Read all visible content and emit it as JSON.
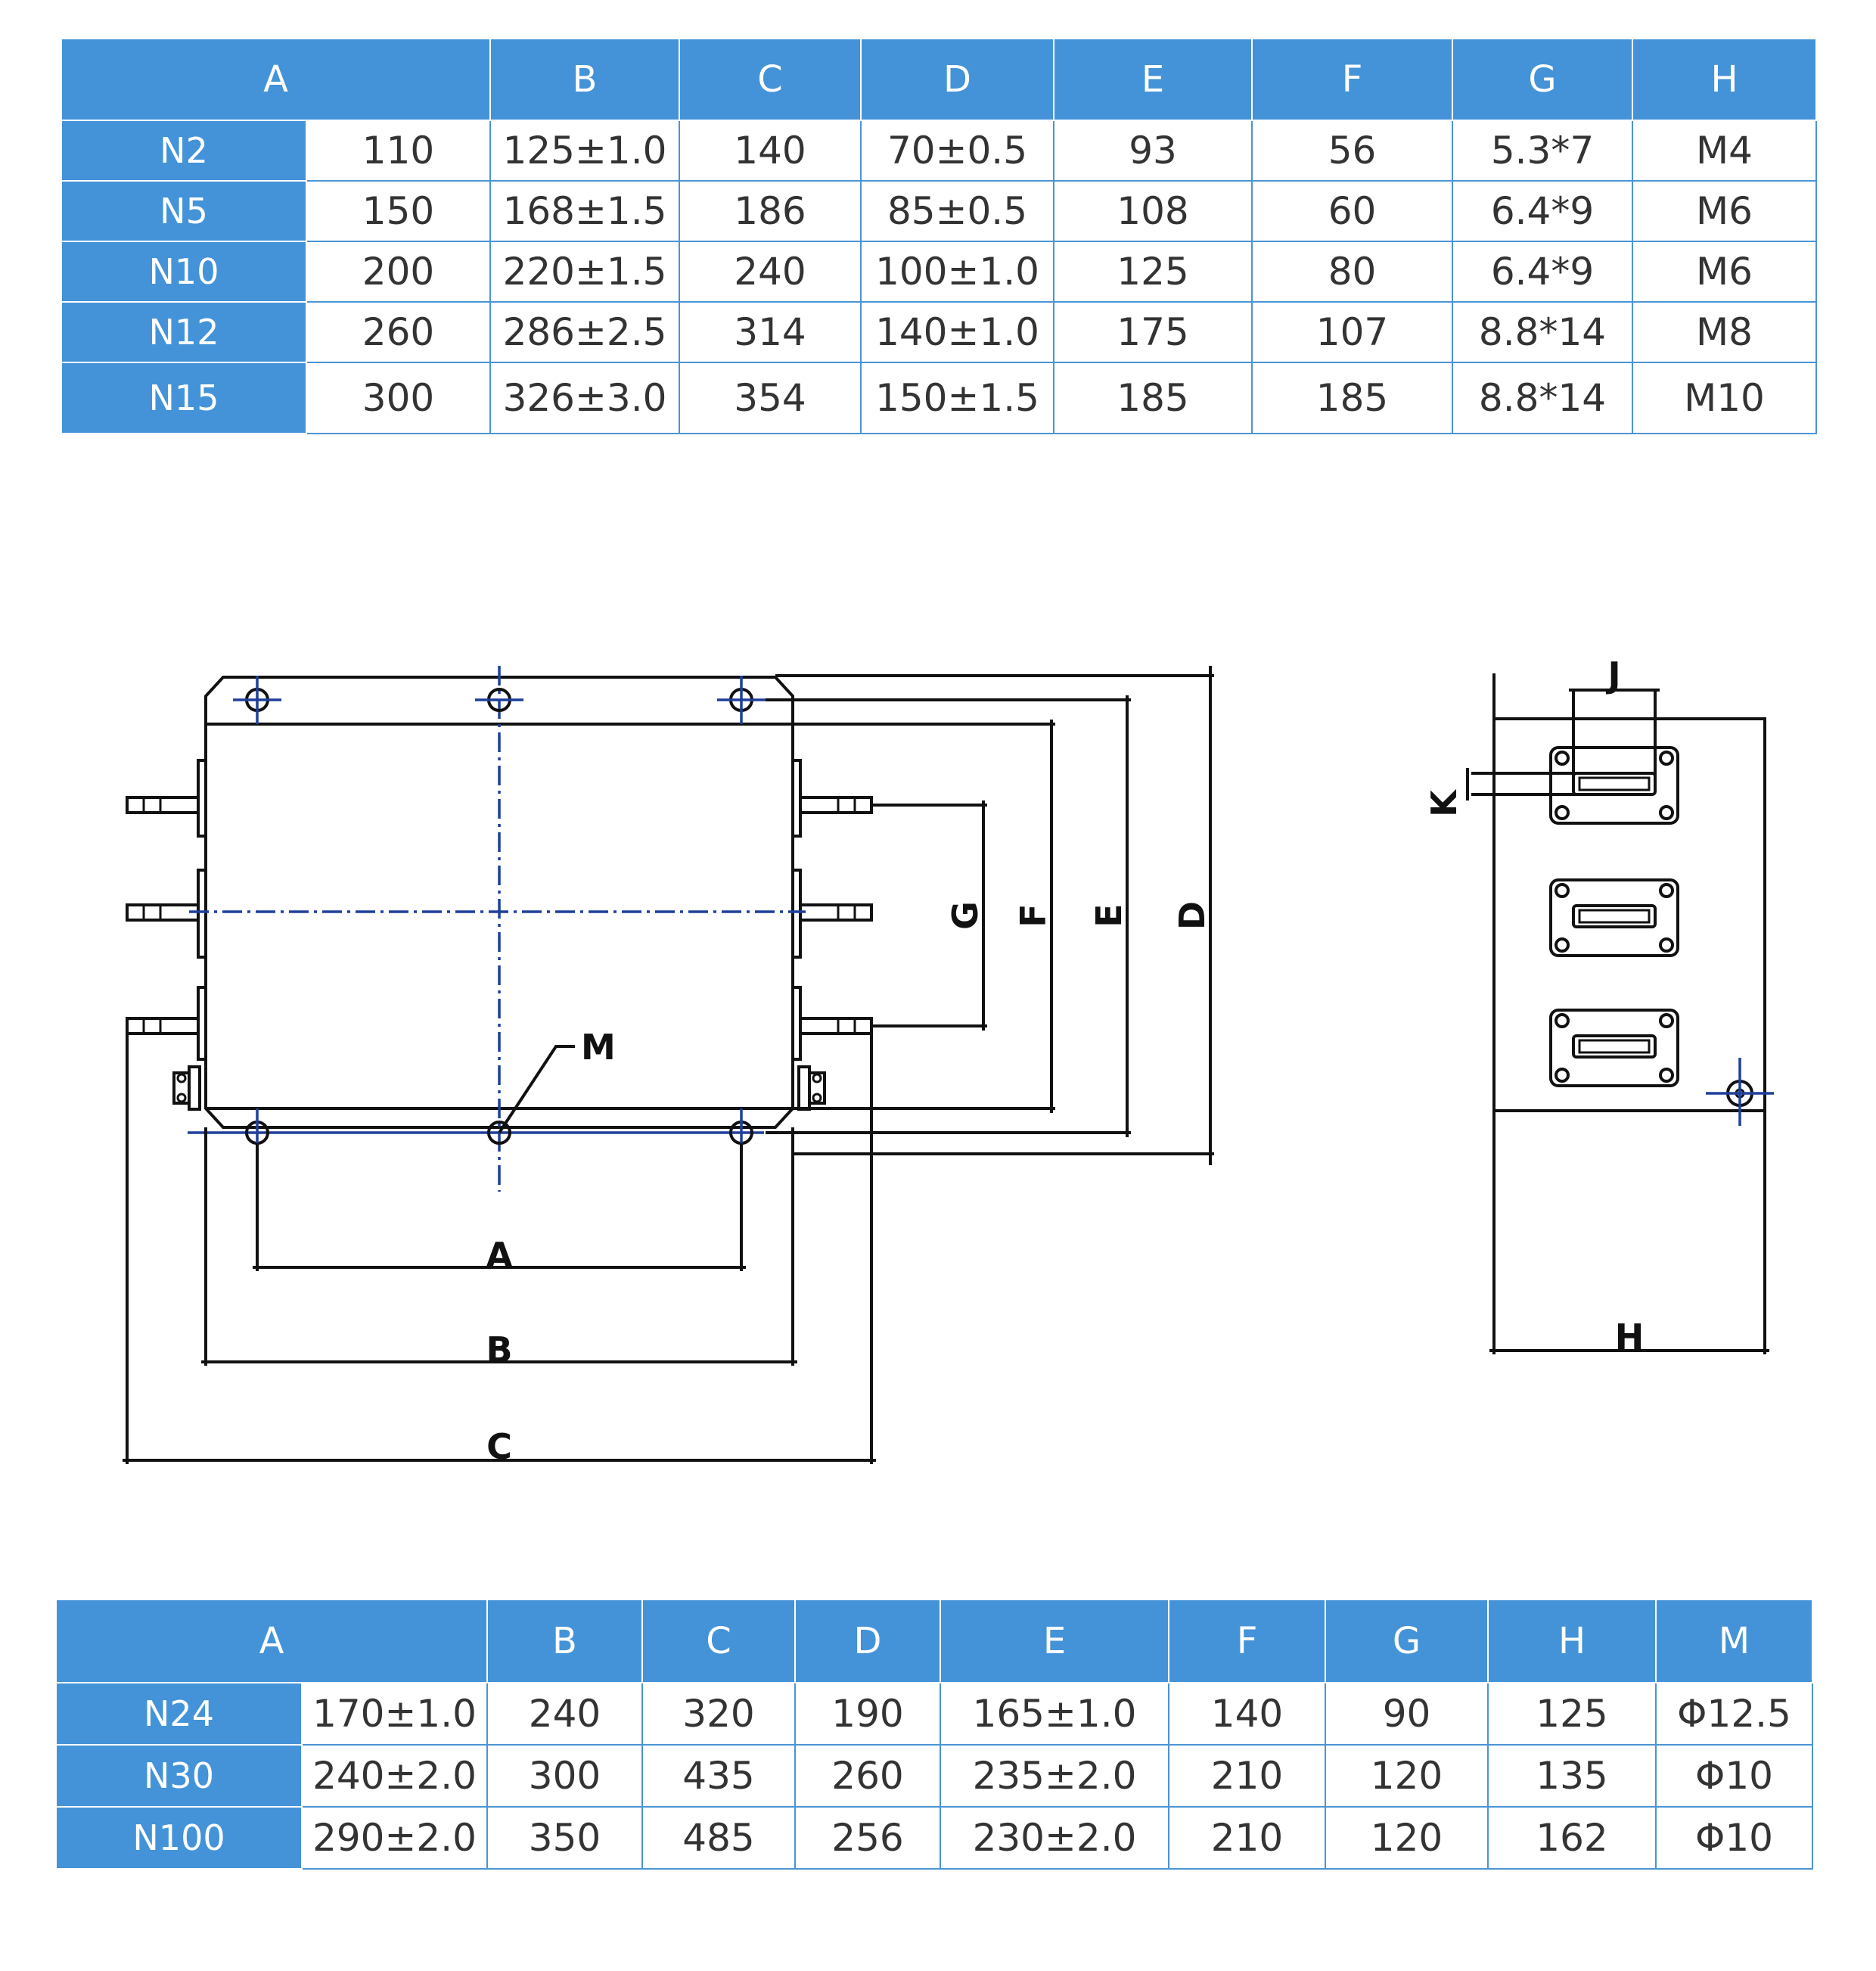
{
  "table_top": {
    "headers": [
      "A",
      "B",
      "C",
      "D",
      "E",
      "F",
      "G",
      "H"
    ],
    "rows": [
      {
        "model": "N2",
        "cells": [
          "110",
          "125±1.0",
          "140",
          "70±0.5",
          "93",
          "56",
          "5.3*7",
          "M4"
        ]
      },
      {
        "model": "N5",
        "cells": [
          "150",
          "168±1.5",
          "186",
          "85±0.5",
          "108",
          "60",
          "6.4*9",
          "M6"
        ]
      },
      {
        "model": "N10",
        "cells": [
          "200",
          "220±1.5",
          "240",
          "100±1.0",
          "125",
          "80",
          "6.4*9",
          "M6"
        ]
      },
      {
        "model": "N12",
        "cells": [
          "260",
          "286±2.5",
          "314",
          "140±1.0",
          "175",
          "107",
          "8.8*14",
          "M8"
        ]
      },
      {
        "model": "N15",
        "cells": [
          "300",
          "326±3.0",
          "354",
          "150±1.5",
          "185",
          "185",
          "8.8*14",
          "M10"
        ]
      }
    ]
  },
  "drawing": {
    "labels": {
      "A": "A",
      "B": "B",
      "C": "C",
      "D": "D",
      "E": "E",
      "F": "F",
      "G": "G",
      "H": "H",
      "J": "J",
      "K": "K",
      "M": "M"
    }
  },
  "table_bottom": {
    "headers": [
      "A",
      "B",
      "C",
      "D",
      "E",
      "F",
      "G",
      "H",
      "M"
    ],
    "rows": [
      {
        "model": "N24",
        "cells": [
          "170±1.0",
          "240",
          "320",
          "190",
          "165±1.0",
          "140",
          "90",
          "125",
          "Φ12.5"
        ]
      },
      {
        "model": "N30",
        "cells": [
          "240±2.0",
          "300",
          "435",
          "260",
          "235±2.0",
          "210",
          "120",
          "135",
          "Φ10"
        ]
      },
      {
        "model": "N100",
        "cells": [
          "290±2.0",
          "350",
          "485",
          "256",
          "230±2.0",
          "210",
          "120",
          "162",
          "Φ10"
        ]
      }
    ]
  },
  "colors": {
    "header_blue": "#4493d8",
    "border_blue": "#4a94d6",
    "centerline_blue": "#1f3f9a"
  }
}
